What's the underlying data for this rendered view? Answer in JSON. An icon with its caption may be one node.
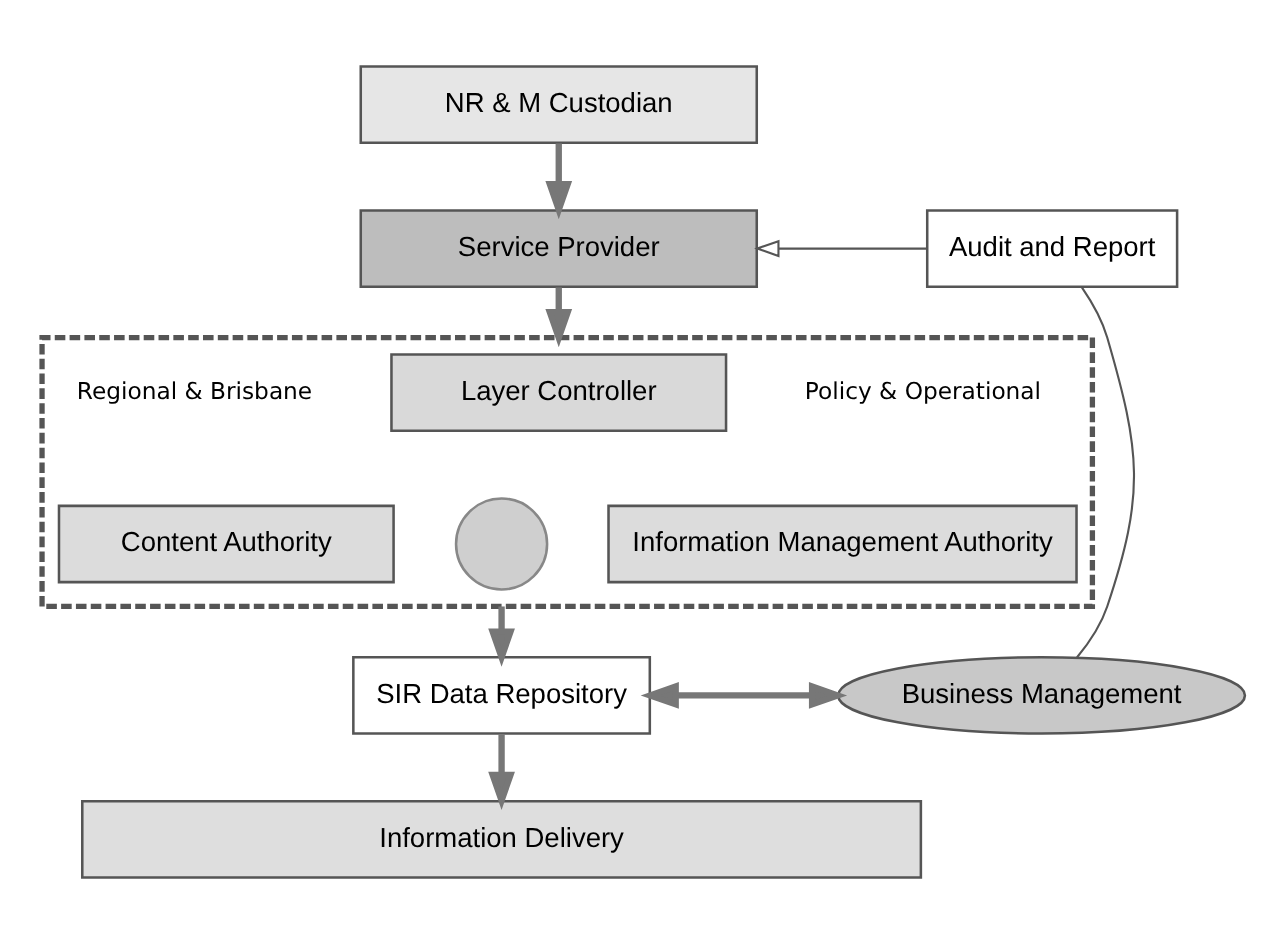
{
  "diagram": {
    "nodes": [
      {
        "text": [
          "NR & M Custodian"
        ]
      },
      {
        "text": [
          "Service Provider"
        ]
      },
      {
        "text": [],
        "shape": "box"
      },
      {
        "text": [
          "Layer Controller"
        ],
        "in": 2
      },
      {
        "text": [
          "Content Authority"
        ],
        "in": 2
      },
      {
        "text": [
          "Information Management Authority"
        ],
        "in": 2
      },
      {
        "text": [],
        "shape": "circle",
        "in": 2
      },
      {
        "text": [
          "SIR Data Repository"
        ]
      },
      {
        "text": [
          "Business Management"
        ]
      },
      {
        "text": [
          "Audit and Report"
        ]
      },
      {
        "text": [
          "Information Delivery"
        ]
      }
    ],
    "edges": [
      {
        "from": 0,
        "to": 1,
        "arrow": "to"
      },
      {
        "from": 1,
        "to": 2,
        "arrow": "to"
      },
      {
        "from": 2,
        "to": 7,
        "arrow": "to"
      },
      {
        "from": 7,
        "to": 8,
        "arrow": "both"
      },
      {
        "from": 8,
        "to": 9,
        "arrow": "none"
      },
      {
        "from": 9,
        "to": 1,
        "arrow": "to"
      },
      {
        "from": 7,
        "to": 10,
        "arrow": "to"
      }
    ],
    "labels": [
      "Regional & Brisbane",
      "Policy & Operational"
    ]
  }
}
